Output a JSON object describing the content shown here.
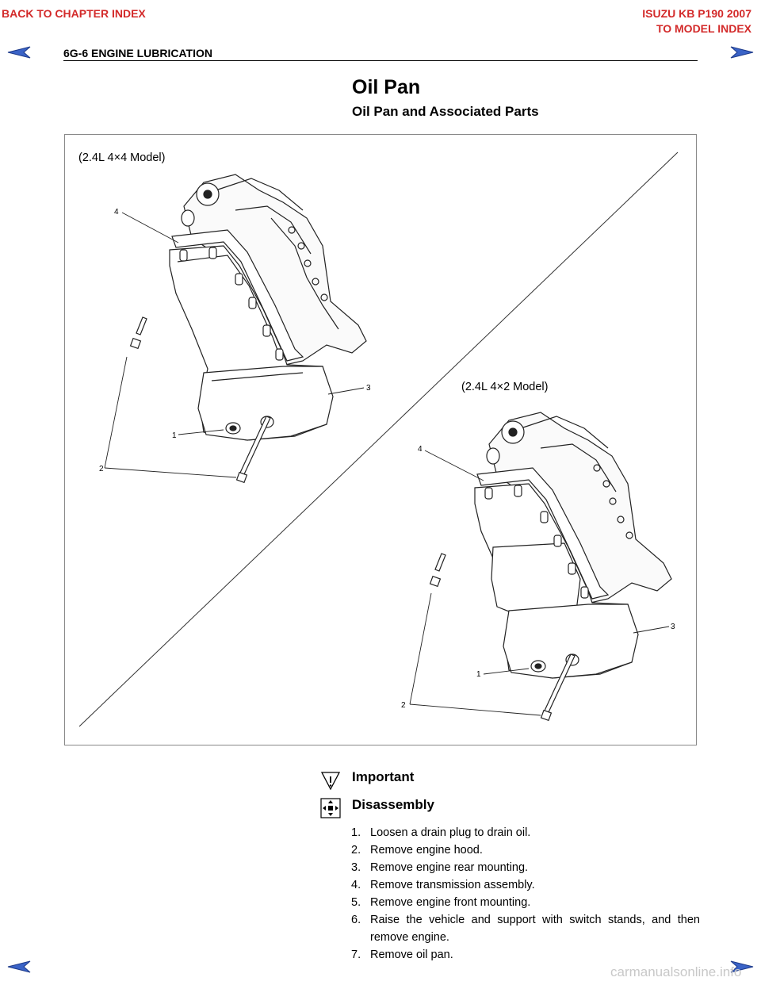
{
  "nav": {
    "back_to_chapter": "BACK TO CHAPTER INDEX",
    "model_title": "ISUZU KB P190 2007",
    "to_model_index": "TO MODEL INDEX"
  },
  "header": {
    "section": "6G-6  ENGINE LUBRICATION"
  },
  "title": "Oil Pan",
  "subtitle": "Oil Pan and Associated Parts",
  "figure": {
    "label_4x4": "(2.4L 4×4 Model)",
    "label_4x2": "(2.4L 4×2 Model)",
    "callouts_4x4": [
      "1",
      "2",
      "3",
      "4"
    ],
    "callouts_4x2": [
      "1",
      "2",
      "3",
      "4"
    ]
  },
  "important": {
    "label": "Important"
  },
  "disassembly": {
    "label": "Disassembly",
    "steps": [
      {
        "num": "1.",
        "text": "Loosen a drain plug to drain oil."
      },
      {
        "num": "2.",
        "text": "Remove engine hood."
      },
      {
        "num": "3.",
        "text": "Remove engine rear mounting."
      },
      {
        "num": "4.",
        "text": "Remove transmission assembly."
      },
      {
        "num": "5.",
        "text": "Remove engine front mounting."
      },
      {
        "num": "6.",
        "text": "Raise the vehicle and support with switch stands, and then remove engine."
      },
      {
        "num": "7.",
        "text": "Remove oil pan."
      }
    ]
  },
  "footer": {
    "watermark": "carmanualsonline.info"
  },
  "colors": {
    "nav_red": "#d32a2a",
    "arrow_blue": "#3a63c7",
    "watermark_gray": "#c8c8c8"
  }
}
